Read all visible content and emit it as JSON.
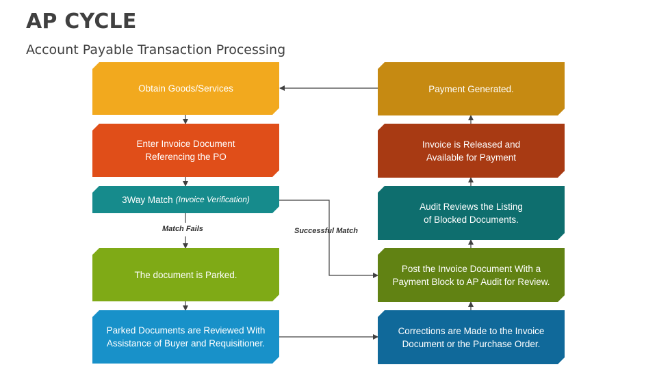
{
  "header": {
    "title": "AP CYCLE",
    "subtitle": "Account Payable Transaction Processing"
  },
  "left_column": [
    {
      "text": "Obtain Goods/Services",
      "color": "#F2A91E"
    },
    {
      "text": "Enter Invoice Document\nReferencing the PO",
      "color": "#E04E19"
    },
    {
      "text": "3Way Match",
      "note": "(Invoice Verification)",
      "color": "#168B8C"
    },
    {
      "text": "The document is Parked.",
      "color": "#7FAA16"
    },
    {
      "text": "Parked Documents are Reviewed With\nAssistance of Buyer and Requisitioner.",
      "color": "#1891C9"
    }
  ],
  "right_column": [
    {
      "text": "Payment Generated.",
      "color": "#C68A12"
    },
    {
      "text": "Invoice is Released and\nAvailable for Payment",
      "color": "#A83A13"
    },
    {
      "text": "Audit Reviews the Listing\nof Blocked Documents.",
      "color": "#0E6E6E"
    },
    {
      "text": "Post the Invoice Document With a\nPayment Block to AP Audit for Review.",
      "color": "#618213"
    },
    {
      "text": "Corrections are Made to the Invoice\nDocument or the Purchase Order.",
      "color": "#10699A"
    }
  ],
  "connector_labels": {
    "match_fails": "Match Fails",
    "successful_match": "Successful Match"
  },
  "connector_color": "#404040"
}
